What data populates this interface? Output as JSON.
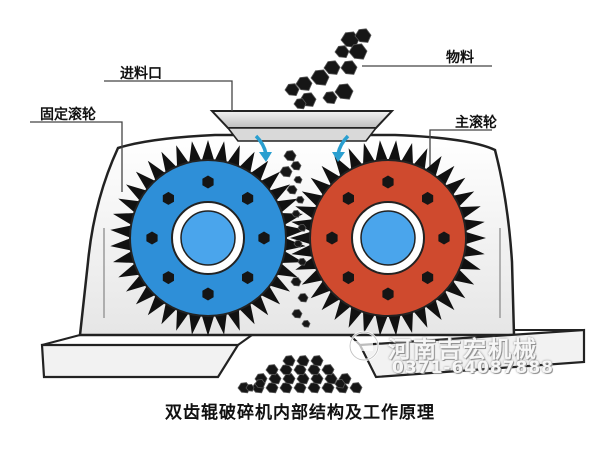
{
  "labels": {
    "feed_inlet": "进料口",
    "material": "物料",
    "fixed_roller": "固定滚轮",
    "main_roller": "主滚轮"
  },
  "caption": "双齿辊破碎机内部结构及工作原理",
  "watermark": {
    "company": "河南吉宏机械",
    "phone": "0371-64087888"
  },
  "colors": {
    "fixed_roller": "#2e8fd8",
    "main_roller": "#cf4a2e",
    "roller_hub": "#4aa5ec",
    "teeth": "#111111",
    "frame_line": "#222222",
    "arrow": "#2a9fd0"
  }
}
